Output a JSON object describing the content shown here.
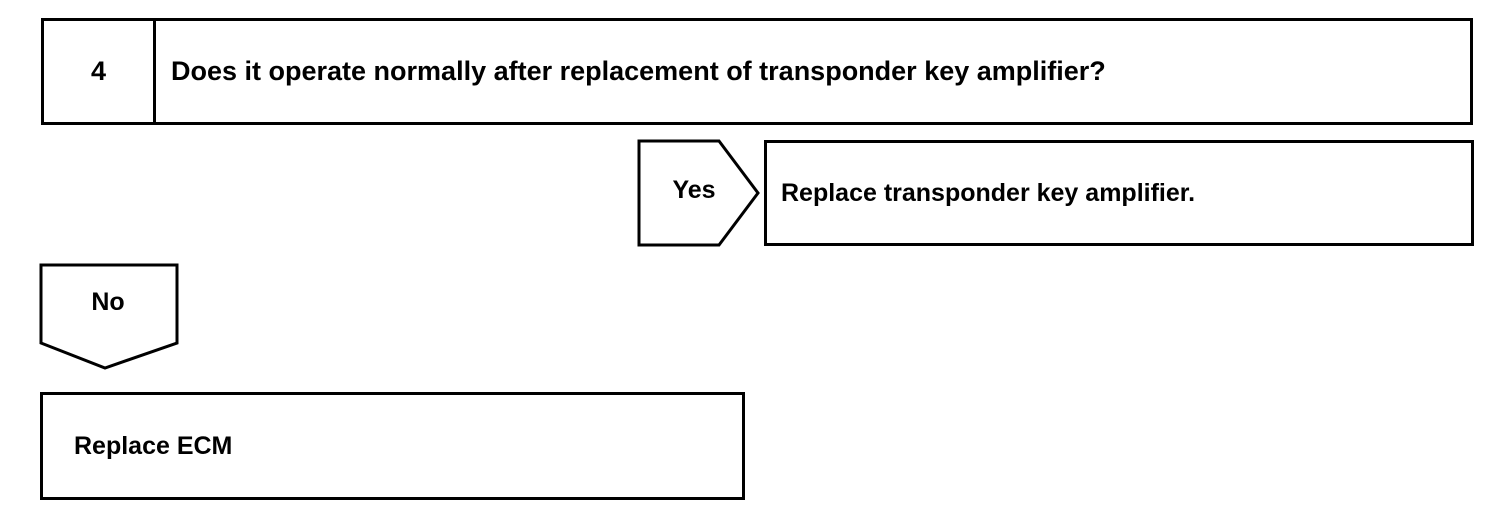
{
  "step": {
    "number": "4",
    "question": "Does it operate normally after replacement of transponder key amplifier?"
  },
  "yes_branch": {
    "label": "Yes",
    "result": "Replace transponder key amplifier."
  },
  "no_branch": {
    "label": "No",
    "result": "Replace ECM"
  },
  "colors": {
    "line": "#000000",
    "background": "#ffffff"
  }
}
